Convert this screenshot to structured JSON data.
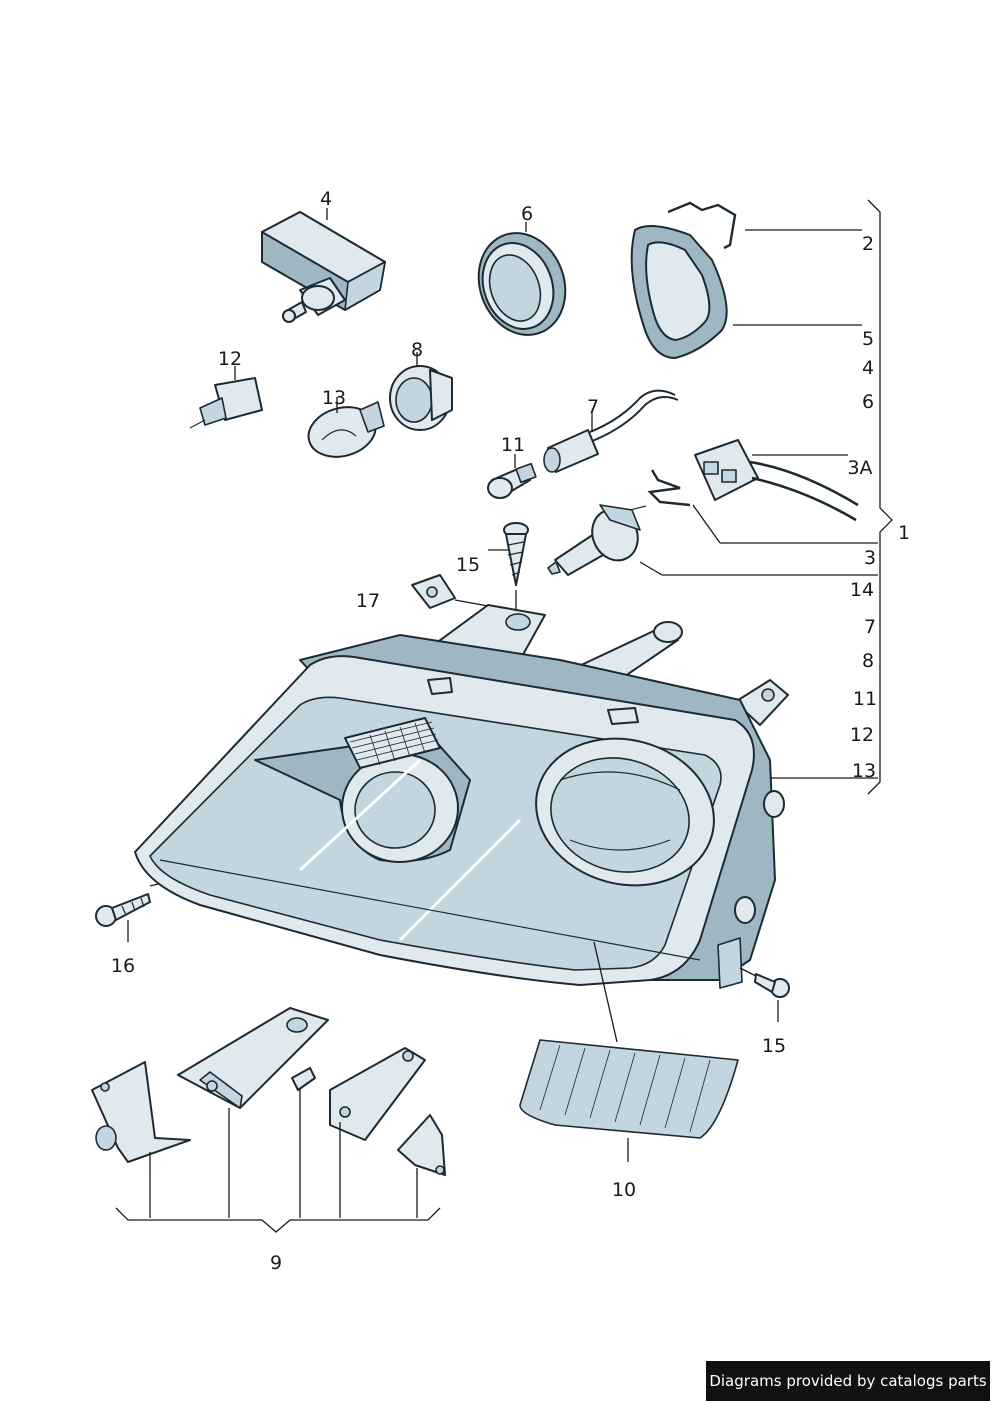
{
  "diagram": {
    "callouts": {
      "c2": "2",
      "c5": "5",
      "c4r": "4",
      "c6r": "6",
      "c3A": "3A",
      "c1": "1",
      "c3": "3",
      "c14": "14",
      "c7r": "7",
      "c8r": "8",
      "c11r": "11",
      "c12r": "12",
      "c13r": "13",
      "c4": "4",
      "c6": "6",
      "c12": "12",
      "c8": "8",
      "c13": "13",
      "c7": "7",
      "c11": "11",
      "c15a": "15",
      "c17": "17",
      "c16": "16",
      "c15b": "15",
      "c10": "10",
      "c9": "9"
    },
    "colors": {
      "part_fill": "#dfe9ee",
      "part_shade": "#9fb7c3",
      "outline": "#1c2a33"
    }
  },
  "footer": {
    "credit": "Diagrams provided by catalogs parts"
  }
}
